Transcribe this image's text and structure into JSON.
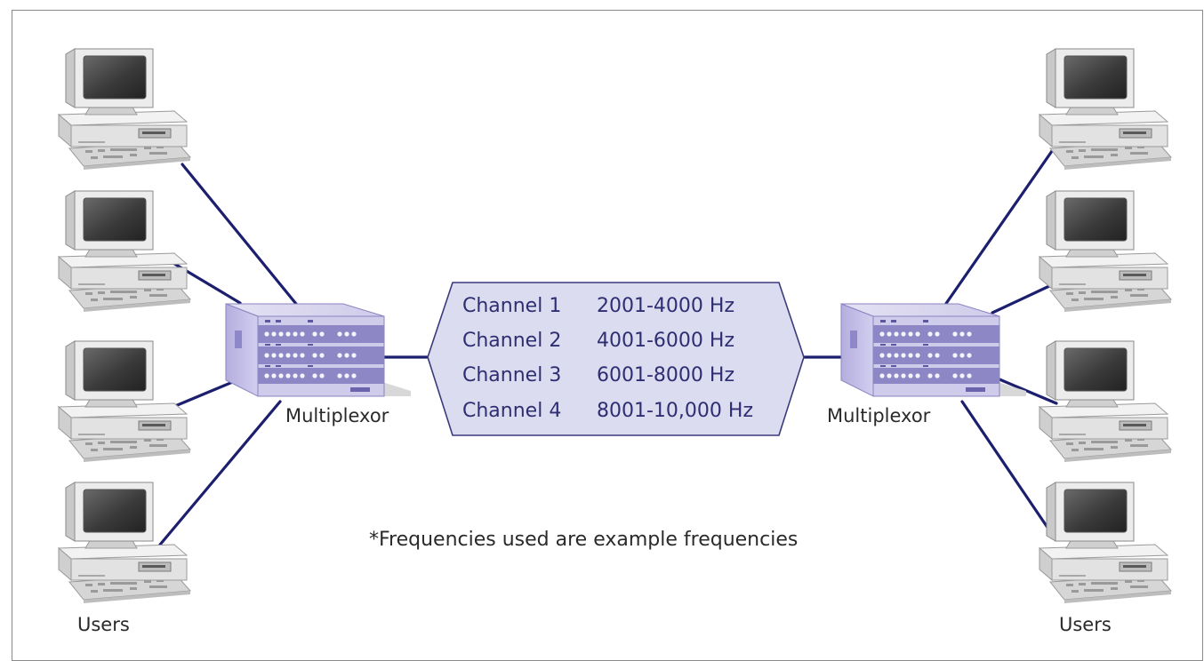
{
  "multiplexor_label": "Multiplexor",
  "users_label": "Users",
  "channels": [
    {
      "name": "Channel 1",
      "frequency": "2001-4000 Hz"
    },
    {
      "name": "Channel 2",
      "frequency": "4001-6000 Hz"
    },
    {
      "name": "Channel 3",
      "frequency": "6001-8000 Hz"
    },
    {
      "name": "Channel 4",
      "frequency": "8001-10,000 Hz"
    }
  ],
  "footnote": "*Frequencies used are example frequencies",
  "colors": {
    "link_line": "#1c1f6e",
    "channel_fill": "#dcdcf0",
    "channel_border": "#3a3a7a",
    "channel_text": "#2e2e72",
    "multiplexor_body": "#c9c5e6",
    "multiplexor_front": "#a9a3d8",
    "computer_body": "#e6e6e6"
  }
}
